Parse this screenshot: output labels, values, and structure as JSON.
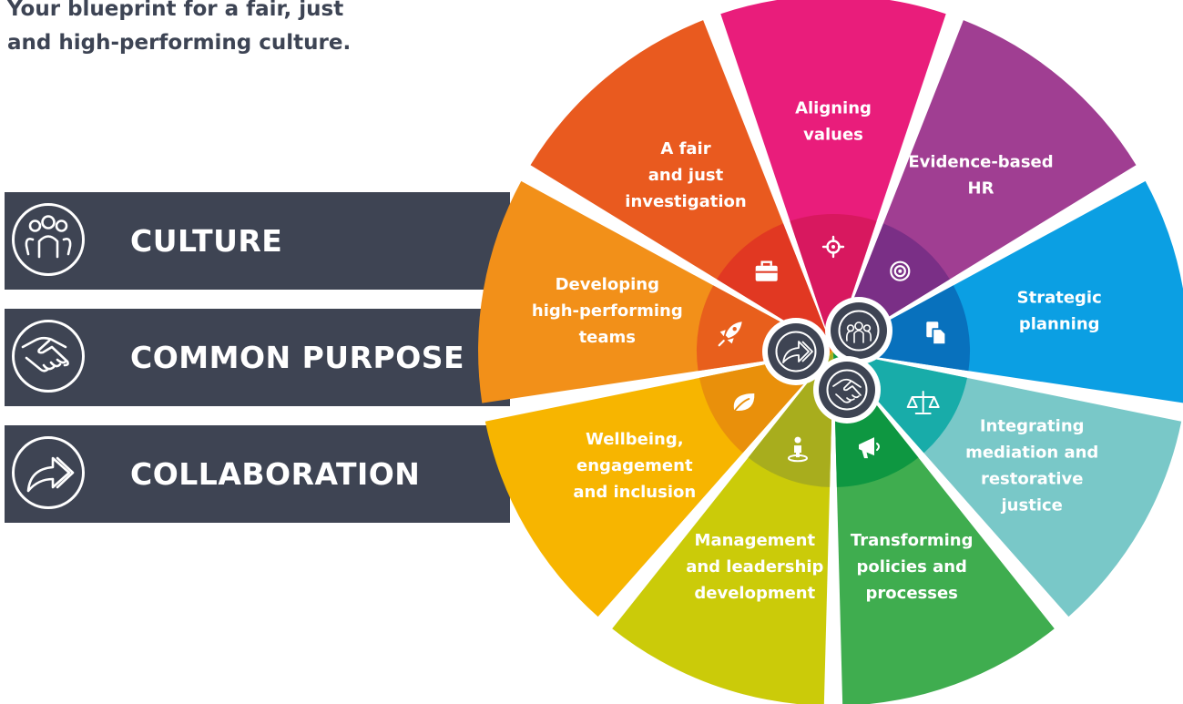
{
  "headline": {
    "line1": "Your blueprint for a fair, just",
    "line2": "and high-performing culture."
  },
  "pillars": [
    {
      "label": "CULTURE",
      "icon": "people-icon"
    },
    {
      "label": "COMMON PURPOSE",
      "icon": "handshake-icon"
    },
    {
      "label": "COLLABORATION",
      "icon": "arrow-icon"
    }
  ],
  "wheel": {
    "segments": [
      {
        "lines": [
          "Aligning",
          "values"
        ],
        "color": "#e91d7b",
        "inner_color": "#d8185f",
        "icon": "crosshair-icon"
      },
      {
        "lines": [
          "Evidence-based",
          "HR"
        ],
        "color": "#a03e92",
        "inner_color": "#7a2f86",
        "icon": "target-icon"
      },
      {
        "lines": [
          "Strategic",
          "planning"
        ],
        "color": "#0b9fe3",
        "inner_color": "#0871bd",
        "icon": "documents-icon"
      },
      {
        "lines": [
          "Integrating",
          "mediation and",
          "restorative",
          "justice"
        ],
        "color": "#79c8c8",
        "inner_color": "#18aca9",
        "icon": "scales-icon"
      },
      {
        "lines": [
          "Transforming",
          "policies and",
          "processes"
        ],
        "color": "#3fad4f",
        "inner_color": "#0e9741",
        "icon": "megaphone-icon"
      },
      {
        "lines": [
          "Management",
          "and leadership",
          "development"
        ],
        "color": "#cbcb09",
        "inner_color": "#a8ad1d",
        "icon": "person-pin-icon"
      },
      {
        "lines": [
          "Wellbeing,",
          "engagement",
          "and inclusion"
        ],
        "color": "#f7b500",
        "inner_color": "#e9900b",
        "icon": "leaf-icon"
      },
      {
        "lines": [
          "Developing",
          "high-performing",
          "teams"
        ],
        "color": "#f29019",
        "inner_color": "#e85f1c",
        "icon": "rocket-icon"
      },
      {
        "lines": [
          "A fair",
          "and just",
          "investigation"
        ],
        "color": "#e95a1f",
        "inner_color": "#e13822",
        "icon": "briefcase-icon"
      }
    ],
    "hub_icons": [
      "people-icon",
      "arrow-icon",
      "handshake-icon"
    ],
    "hub_color": "#3e4453"
  }
}
